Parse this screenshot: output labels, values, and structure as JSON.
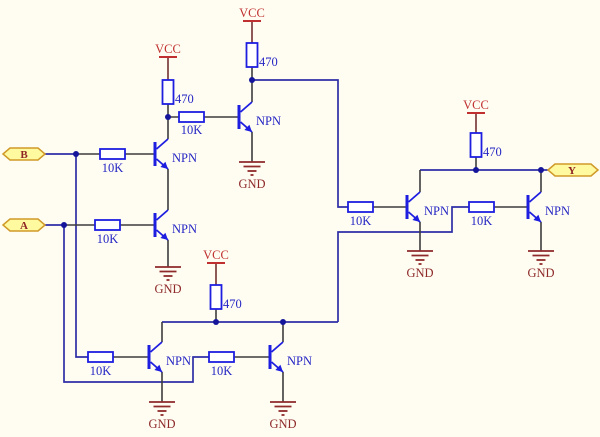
{
  "diagram_type": "transistor-logic-schematic",
  "colors": {
    "background": "#fffdf2",
    "wire_blue": "#2e2ea6",
    "wire_black": "#3d3d3d",
    "component_blue": "#1e1ee0",
    "label_blue": "#2626c4",
    "power_red": "#c03030",
    "ground_red": "#8e2a2a",
    "pin_red": "#7a3c3c",
    "terminal_fill": "#fff9a0",
    "terminal_border": "#d09a28",
    "terminal_text": "#8e2424",
    "junction_navy": "#15159c"
  },
  "terminals": [
    {
      "id": "input-b",
      "label": "B"
    },
    {
      "id": "input-a",
      "label": "A"
    },
    {
      "id": "output-y",
      "label": "Y"
    }
  ],
  "power_flags": [
    {
      "id": "vcc-nand-input-stage",
      "label": "VCC"
    },
    {
      "id": "vcc-nand-output-stage",
      "label": "VCC"
    },
    {
      "id": "vcc-output-stage",
      "label": "VCC"
    },
    {
      "id": "vcc-nor-stage",
      "label": "VCC"
    }
  ],
  "grounds": [
    {
      "id": "gnd-nand-inverter",
      "label": "GND"
    },
    {
      "id": "gnd-nand-stack",
      "label": "GND"
    },
    {
      "id": "gnd-nor-b",
      "label": "GND"
    },
    {
      "id": "gnd-nor-a",
      "label": "GND"
    },
    {
      "id": "gnd-output-left",
      "label": "GND"
    },
    {
      "id": "gnd-output-right",
      "label": "GND"
    }
  ],
  "resistors": [
    {
      "id": "r-pullup-nand-input",
      "value": "470"
    },
    {
      "id": "r-pullup-nand-output",
      "value": "470"
    },
    {
      "id": "r-pullup-output-stage",
      "value": "470"
    },
    {
      "id": "r-pullup-nor",
      "value": "470"
    },
    {
      "id": "r-base-b-nand",
      "value": "10K"
    },
    {
      "id": "r-base-a-nand",
      "value": "10K"
    },
    {
      "id": "r-base-nand-inverter",
      "value": "10K"
    },
    {
      "id": "r-base-b-nor",
      "value": "10K"
    },
    {
      "id": "r-base-a-nor",
      "value": "10K"
    },
    {
      "id": "r-base-output-left",
      "value": "10K"
    },
    {
      "id": "r-base-output-right",
      "value": "10K"
    }
  ],
  "transistors": [
    {
      "id": "q-nand-b",
      "label": "NPN"
    },
    {
      "id": "q-nand-a",
      "label": "NPN"
    },
    {
      "id": "q-nand-inverter",
      "label": "NPN"
    },
    {
      "id": "q-nor-b",
      "label": "NPN"
    },
    {
      "id": "q-nor-a",
      "label": "NPN"
    },
    {
      "id": "q-output-left",
      "label": "NPN"
    },
    {
      "id": "q-output-right",
      "label": "NPN"
    }
  ]
}
